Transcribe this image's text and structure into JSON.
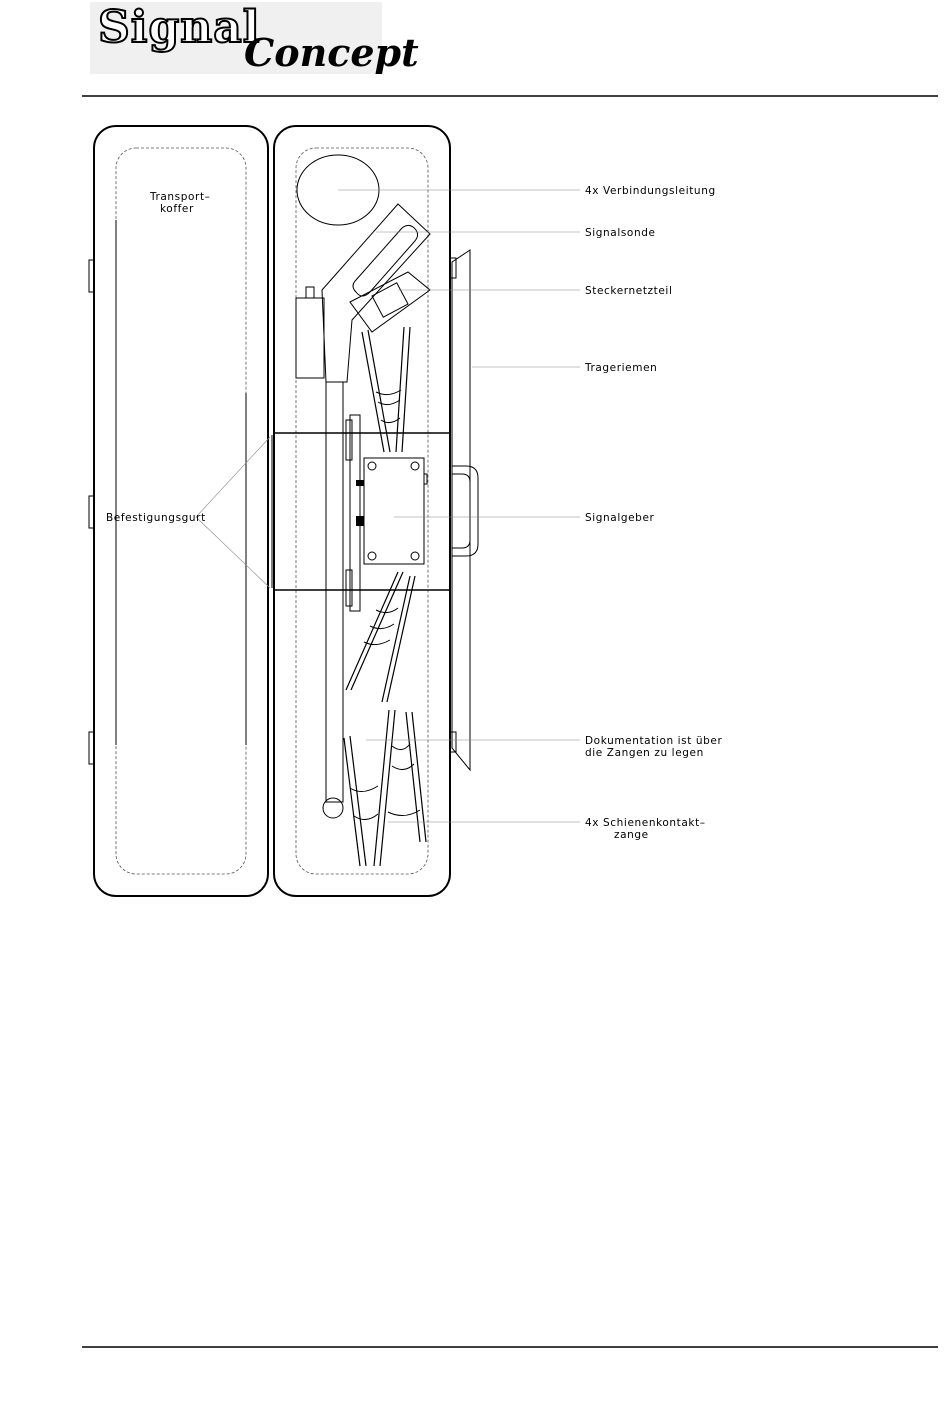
{
  "header": {
    "logo_line1": "Signal",
    "logo_line2": "Concept"
  },
  "diagram": {
    "labels": {
      "transport_line1": "Transport–",
      "transport_line2": "koffer",
      "befestigungsgurt": "Befestigungsgurt",
      "verbindungsleitung": "4x  Verbindungsleitung",
      "signalsonde": "Signalsonde",
      "steckernetzteil": "Steckernetzteil",
      "trageriemen": "Trageriemen",
      "signalgeber": "Signalgeber",
      "dokumentation_line1": "Dokumentation  ist  über",
      "dokumentation_line2": "die  Zangen  zu  legen",
      "zange_line1": "4x  Schienenkontakt–",
      "zange_line2": "zange"
    }
  }
}
